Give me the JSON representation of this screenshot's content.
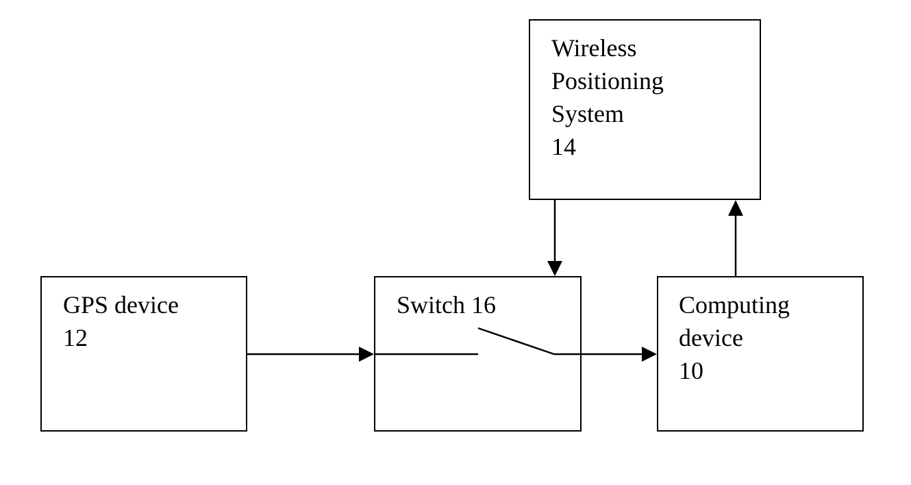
{
  "blocks": {
    "wps": {
      "lines": [
        "Wireless",
        "Positioning",
        "System",
        "14"
      ]
    },
    "gps": {
      "lines": [
        "GPS device",
        "12"
      ]
    },
    "switch": {
      "lines": [
        "Switch 16"
      ]
    },
    "computing": {
      "lines": [
        "Computing",
        "device",
        "10"
      ]
    }
  },
  "colors": {
    "stroke": "#000000",
    "background": "#ffffff"
  }
}
